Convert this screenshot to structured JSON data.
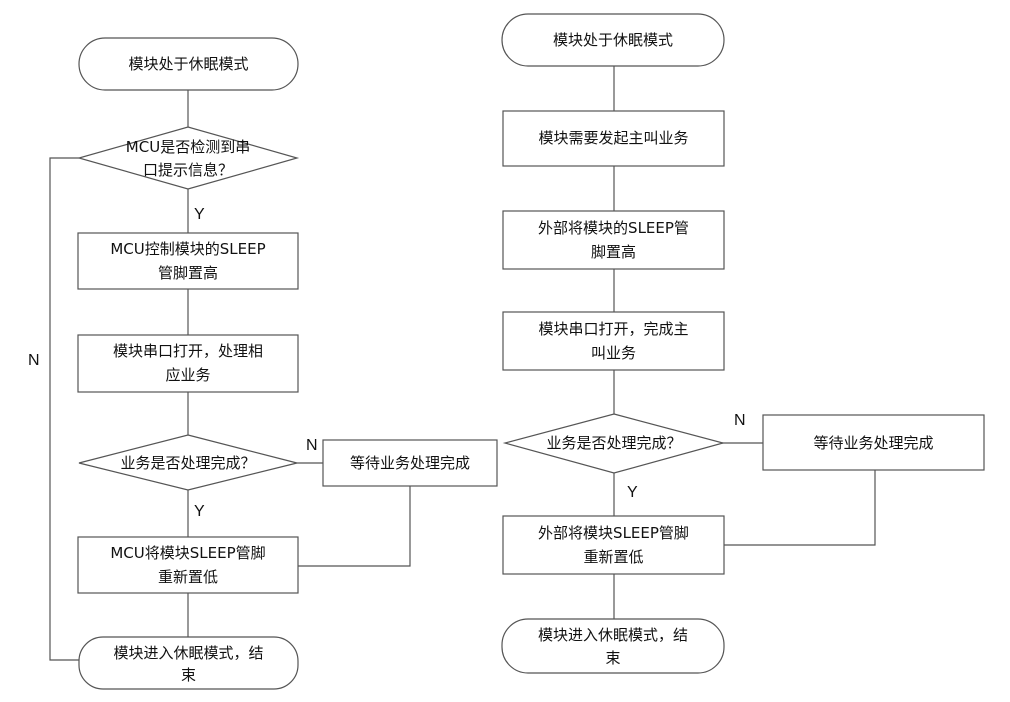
{
  "left": {
    "start": "模块处于休眠模式",
    "decision1": [
      "MCU是否检测到串",
      "口提示信息？"
    ],
    "step1": [
      "MCU控制模块的SLEEP",
      "管脚置高"
    ],
    "step2": [
      "模块串口打开，处理相",
      "应业务"
    ],
    "decision2": "业务是否处理完成？",
    "wait": "等待业务处理完成",
    "step3": [
      "MCU将模块SLEEP管脚",
      "重新置低"
    ],
    "end": [
      "模块进入休眠模式，结",
      "束"
    ],
    "label_y1": "Y",
    "label_n_loop": "N",
    "label_n_wait": "N",
    "label_y2": "Y"
  },
  "right": {
    "start": "模块处于休眠模式",
    "step1": "模块需要发起主叫业务",
    "step2": [
      "外部将模块的SLEEP管",
      "脚置高"
    ],
    "step3": [
      "模块串口打开，完成主",
      "叫业务"
    ],
    "decision": "业务是否处理完成？",
    "wait": "等待业务处理完成",
    "step4": [
      "外部将模块SLEEP管脚",
      "重新置低"
    ],
    "end": [
      "模块进入休眠模式，结",
      "束"
    ],
    "label_n": "N",
    "label_y": "Y"
  }
}
